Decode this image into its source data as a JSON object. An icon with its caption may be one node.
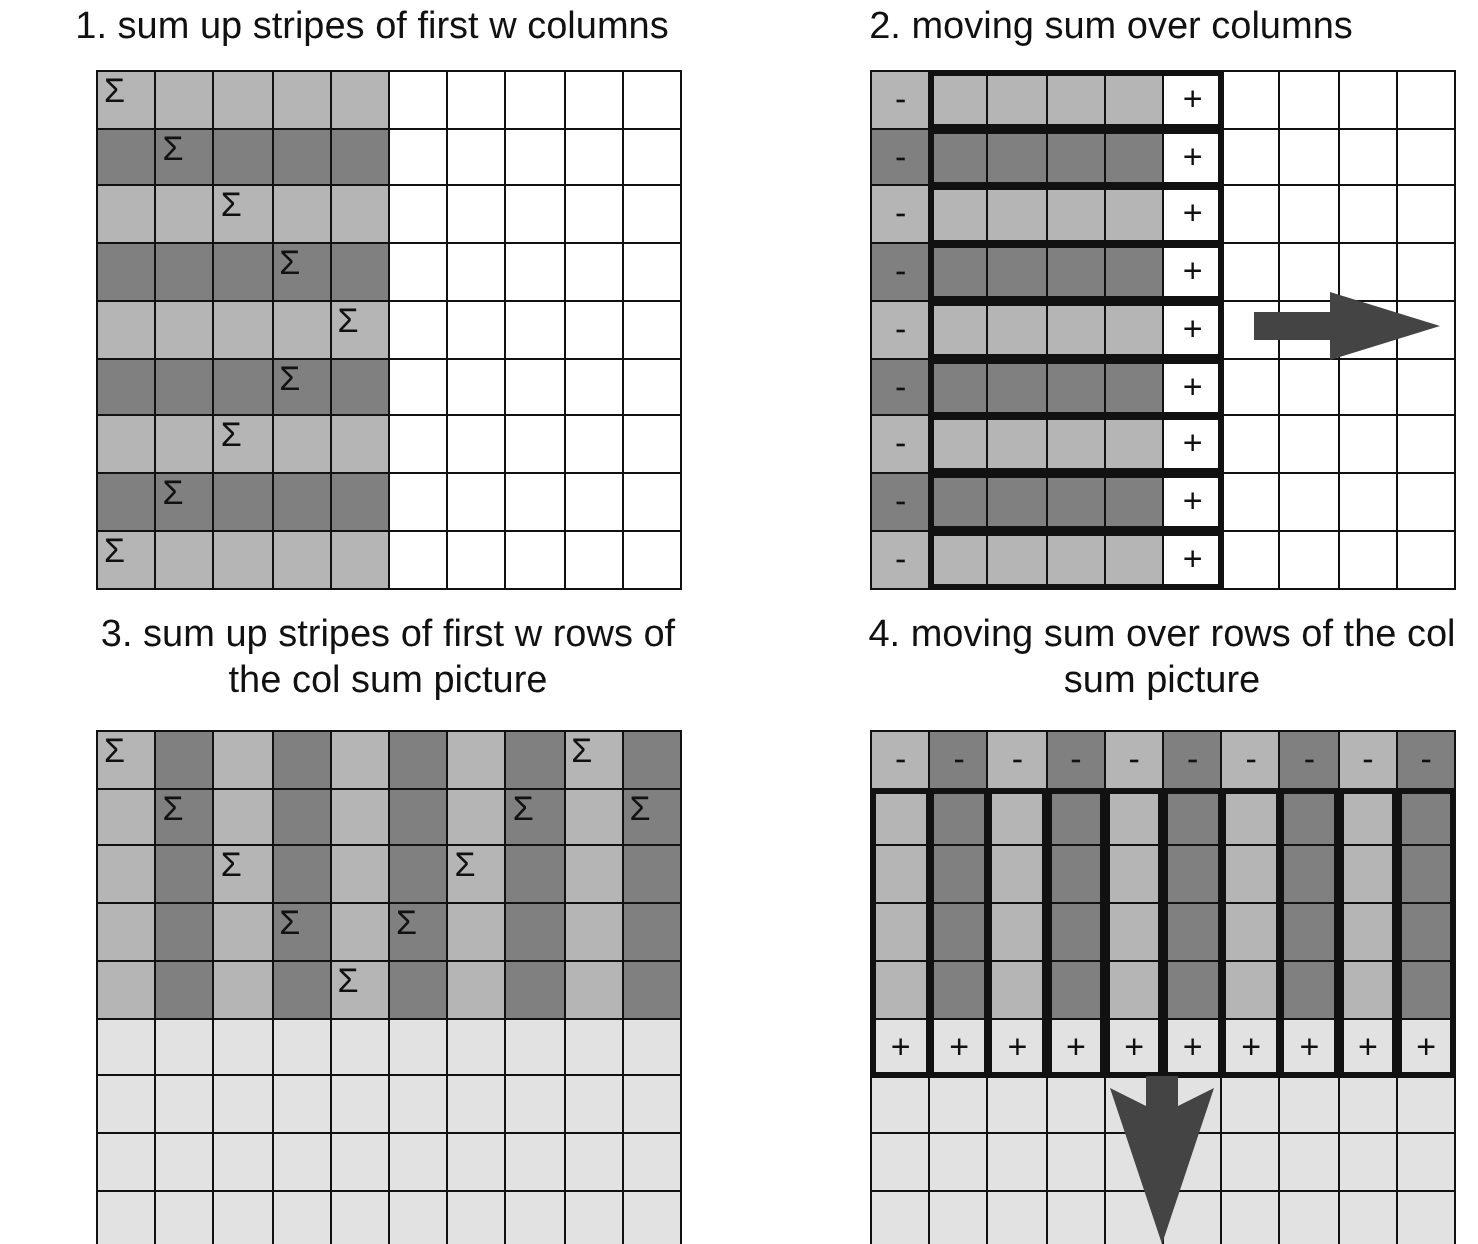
{
  "diagram": {
    "labels": [
      "1. sum up stripes of first w columns",
      "Σ",
      "Σ",
      "Σ",
      "Σ",
      "Σ",
      "Σ",
      "Σ",
      "Σ",
      "Σ",
      "2. moving sum over columns",
      "-",
      "+",
      "-",
      "+",
      "-",
      "+",
      "-",
      "+",
      "-",
      "+",
      "-",
      "+",
      "-",
      "+",
      "-",
      "+",
      "-",
      "+",
      "3. sum up stripes of first w rows of the col sum picture",
      "Σ",
      "Σ",
      "Σ",
      "Σ",
      "Σ",
      "Σ",
      "Σ",
      "Σ",
      "Σ",
      "Σ",
      "4. moving sum over rows of the col sum picture",
      "-",
      "-",
      "-",
      "-",
      "-",
      "-",
      "-",
      "-",
      "-",
      "-",
      "+",
      "+",
      "+",
      "+",
      "+",
      "+",
      "+",
      "+",
      "+",
      "+"
    ]
  }
}
